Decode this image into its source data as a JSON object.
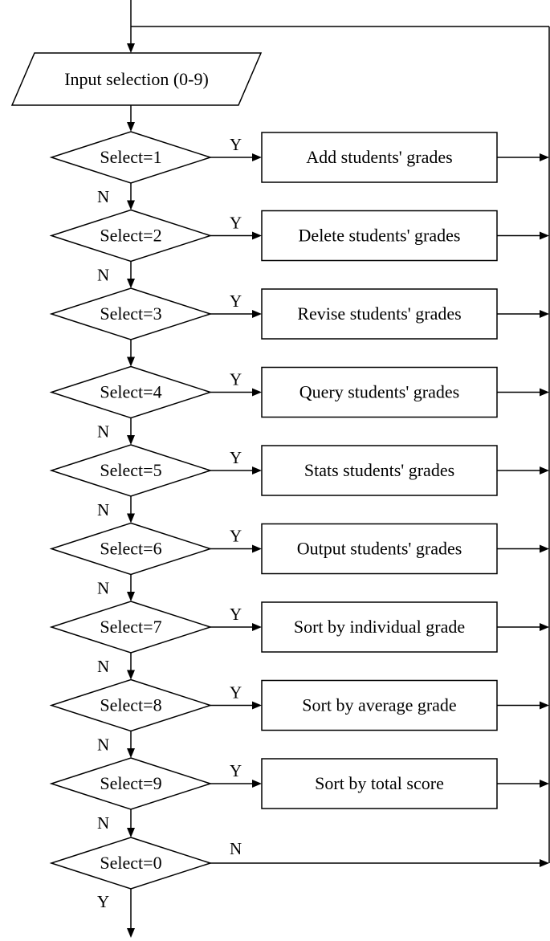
{
  "input": {
    "label": "Input selection (0-9)"
  },
  "branches": [
    {
      "condition": "Select=1",
      "yes": "Y",
      "no": "N",
      "action": "Add students' grades"
    },
    {
      "condition": "Select=2",
      "yes": "Y",
      "no": "N",
      "action": "Delete students' grades"
    },
    {
      "condition": "Select=3",
      "yes": "Y",
      "no": "",
      "action": "Revise students' grades"
    },
    {
      "condition": "Select=4",
      "yes": "Y",
      "no": "N",
      "action": "Query students' grades"
    },
    {
      "condition": "Select=5",
      "yes": "Y",
      "no": "N",
      "action": "Stats students' grades"
    },
    {
      "condition": "Select=6",
      "yes": "Y",
      "no": "N",
      "action": "Output students' grades"
    },
    {
      "condition": "Select=7",
      "yes": "Y",
      "no": "N",
      "action": "Sort by individual grade"
    },
    {
      "condition": "Select=8",
      "yes": "Y",
      "no": "N",
      "action": "Sort by average grade"
    },
    {
      "condition": "Select=9",
      "yes": "Y",
      "no": "N",
      "action": "Sort by total score"
    }
  ],
  "exit": {
    "condition": "Select=0",
    "no": "N",
    "yes": "Y"
  }
}
